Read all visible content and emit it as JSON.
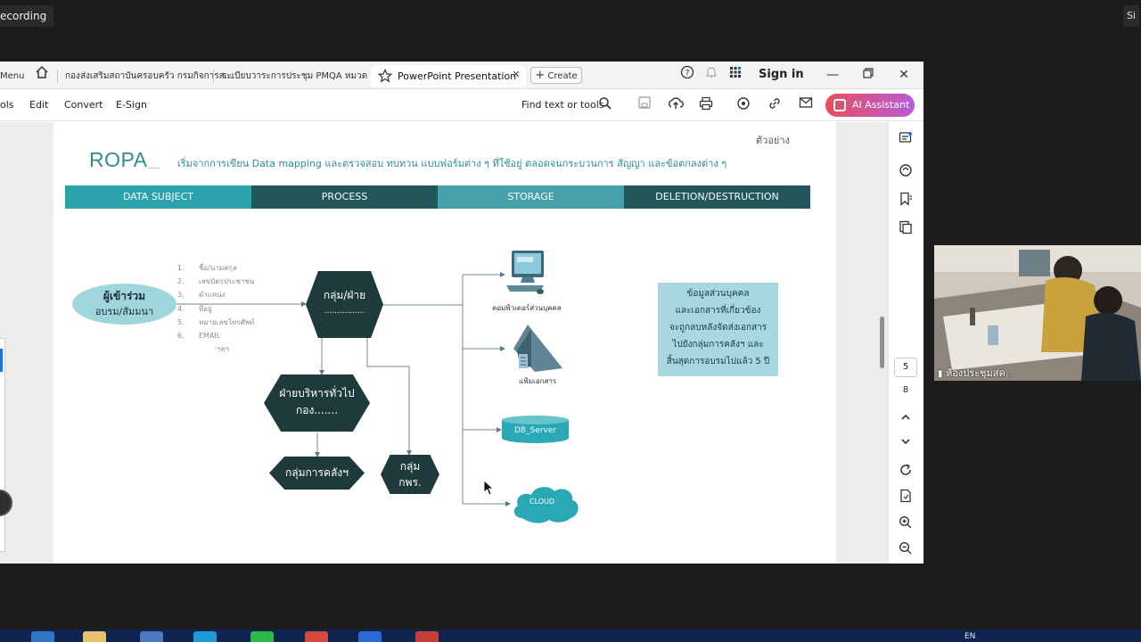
{
  "recording": {
    "label": "ecording",
    "right_label": "Si"
  },
  "tabs": [
    {
      "label": "Menu"
    },
    {
      "label": "กองส่งเสริมสถาบันครอบครัว กรมกิจการส..."
    },
    {
      "label": "ระเบียบวาระการประชุม PMQA หมวด 6 ..."
    },
    {
      "label": "PowerPoint Presentation"
    }
  ],
  "create_label": "Create",
  "signin_label": "Sign in",
  "toolbar": {
    "menus": [
      "ols",
      "Edit",
      "Convert",
      "E-Sign"
    ],
    "find_label": "Find text or tools",
    "ai_label": "AI Assistant"
  },
  "slide": {
    "logo": "ROPA",
    "subtitle": "เริ่มจากการเขียน Data mapping  และตรวจสอบ ทบทวน แบบฟอร์มต่าง ๆ ที่ใช้อยู่ ตลอดจนกระบวนการ สัญญา และข้อตกลงต่าง ๆ",
    "example_label": "ตัวอย่าง",
    "headers": [
      "DATA SUBJECT",
      "PROCESS",
      "STORAGE",
      "DELETION/DESTRUCTION"
    ],
    "header_colors": [
      "#2aa3ad",
      "#24575b",
      "#46a0ac",
      "#24575b"
    ],
    "data_subject": {
      "line1": "ผู้เข้าร่วม",
      "line2": "อบรม/สัมมนา"
    },
    "fields": [
      {
        "num": "1.",
        "text": "ชื่อ/นามสกุล"
      },
      {
        "num": "2.",
        "text": "เลขบัตรประชาชน"
      },
      {
        "num": "3.",
        "text": "ตำแหน่ง"
      },
      {
        "num": "4.",
        "text": "ที่อยู่"
      },
      {
        "num": "5.",
        "text": "หมายเลขโทรศัพท์"
      },
      {
        "num": "6.",
        "text": "EMAIL"
      }
    ],
    "fields_etc": "ฯลฯ",
    "process_main": {
      "line1": "กลุ่ม/ฝ่าย",
      "line2": "................"
    },
    "process_admin": {
      "line1": "ฝ่ายบริหารทั่วไป",
      "line2": "กอง......."
    },
    "process_finance": "กลุ่มการคลังฯ",
    "process_pdr": {
      "line1": "กลุ่ม",
      "line2": "กพร."
    },
    "storage": {
      "computer": "คอมพิวเตอร์ส่วนบุคคล",
      "folder": "แฟ้มเอกสาร",
      "db": "DB_Server",
      "cloud": "CLOUD"
    },
    "deletion_note": [
      "ข้อมูลส่วนบุคคล",
      "และเอกสารที่เกี่ยวข้อง",
      "จะถูกลบหลังจัดส่งเอกสาร",
      "ไปยังกลุ่มการคลังฯ และ",
      "สิ้นสุดการอบรมไปแล้ว 5 ปี"
    ]
  },
  "pager": {
    "current": "5",
    "total": "8"
  },
  "video": {
    "label": "ห้องประชุมสค."
  },
  "taskbar": {
    "lang": "EN"
  },
  "icons": [
    "home-icon",
    "star-icon",
    "help-icon",
    "bell-icon",
    "apps-icon",
    "search-icon",
    "save-icon",
    "upload-icon",
    "print-icon",
    "ai-search-icon",
    "link-icon",
    "mail-icon",
    "comment-icon",
    "bookmark-icon",
    "copy-icon",
    "rotate-icon",
    "zoom-in-icon",
    "zoom-out-icon"
  ]
}
